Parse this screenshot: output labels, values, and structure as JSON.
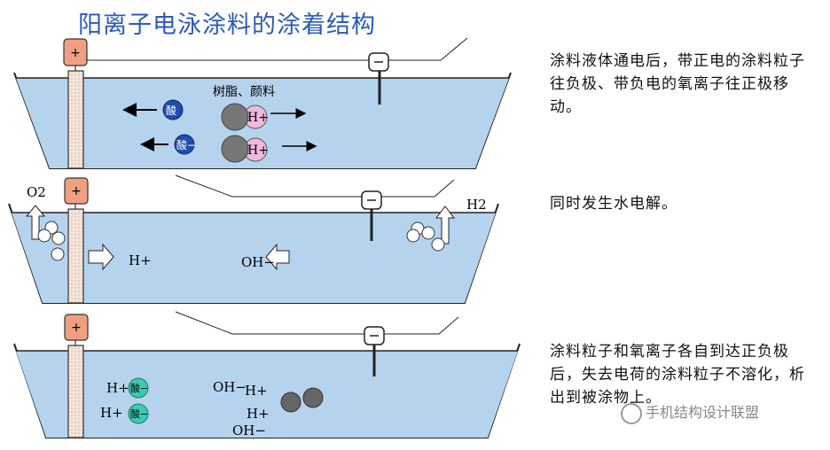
{
  "title": "阳离子电泳涂料的涂着结构",
  "electrodes": {
    "anode": "+",
    "cathode": "−"
  },
  "panel1": {
    "resin_label": "树脂、颜料",
    "acid": "酸",
    "acid_minus": "酸−",
    "h_plus": "H+"
  },
  "panel2": {
    "o2": "O2",
    "h2": "H2",
    "h_plus": "H+",
    "oh_minus": "OH−"
  },
  "panel3": {
    "h_plus": "H+",
    "oh_minus": "OH−",
    "acid_minus": "酸−"
  },
  "captions": {
    "c1": "涂料液体通电后，带正电的涂料粒子往负极、带负电的氧离子往正极移动。",
    "c2": "同时发生水电解。",
    "c3": "涂料粒子和氧离子各自到达正负极后，失去电荷的涂料粒子不溶化，析出到被涂物上。"
  },
  "watermark": "手机结构设计联盟",
  "colors": {
    "water": "#b6d3ee",
    "anode": "#f0a080",
    "title": "#2a5bb8"
  }
}
